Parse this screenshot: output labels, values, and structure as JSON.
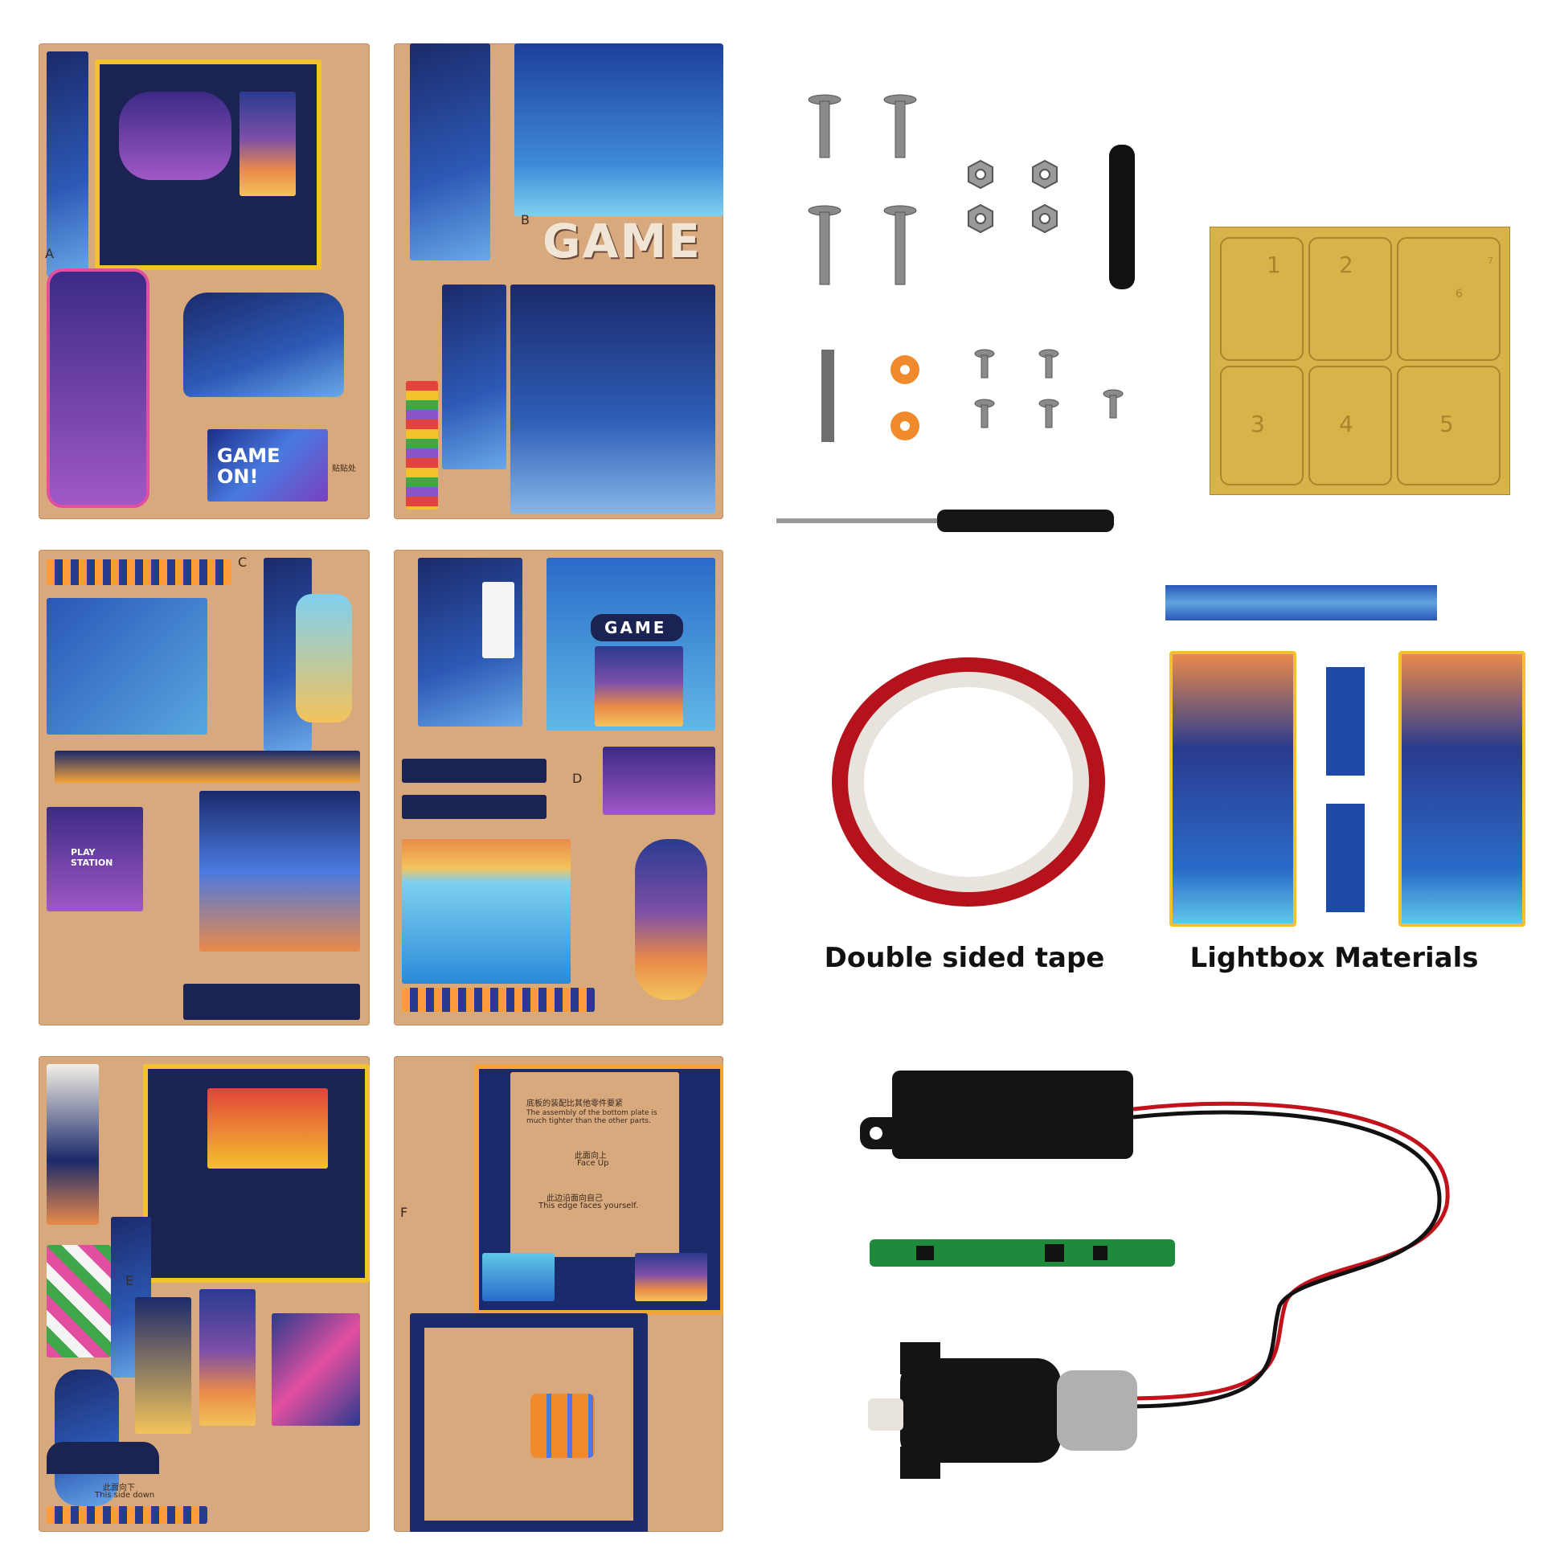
{
  "captions": {
    "tape": "Double sided tape",
    "lightbox": "Lightbox Materials"
  },
  "sheet_a": {
    "letter": "A",
    "screen_text": "GAME ON!",
    "note": "贴贴处"
  },
  "sheet_b": {
    "letter": "B",
    "title": "GAME"
  },
  "sheet_c": {
    "letter": "C",
    "screen_text": "PLAY STATION"
  },
  "sheet_d": {
    "letter": "D",
    "marquee": "GAME"
  },
  "sheet_e": {
    "letter": "E",
    "bottom_note_cn": "此面向下",
    "bottom_note_en": "This side down"
  },
  "sheet_f": {
    "letter": "F",
    "note_cn": "底板的装配比其他零件要紧",
    "note_en": "The assembly of the bottom plate is much tighter than the other parts.",
    "face_up_cn": "此面向上",
    "face_up_en": "Face Up",
    "edge_cn": "此边沿面向自己",
    "edge_en": "This edge faces yourself."
  },
  "dice_board": {
    "numbers": [
      "1",
      "2",
      "3",
      "4",
      "5",
      "6",
      "7"
    ]
  },
  "colors": {
    "wood": "#d9a97e",
    "navy": "#1b2a6b",
    "orange": "#f08a2c",
    "tape_red": "#b5121b",
    "pcb_green": "#1e8a3c",
    "board_gold": "#d8b34a"
  }
}
